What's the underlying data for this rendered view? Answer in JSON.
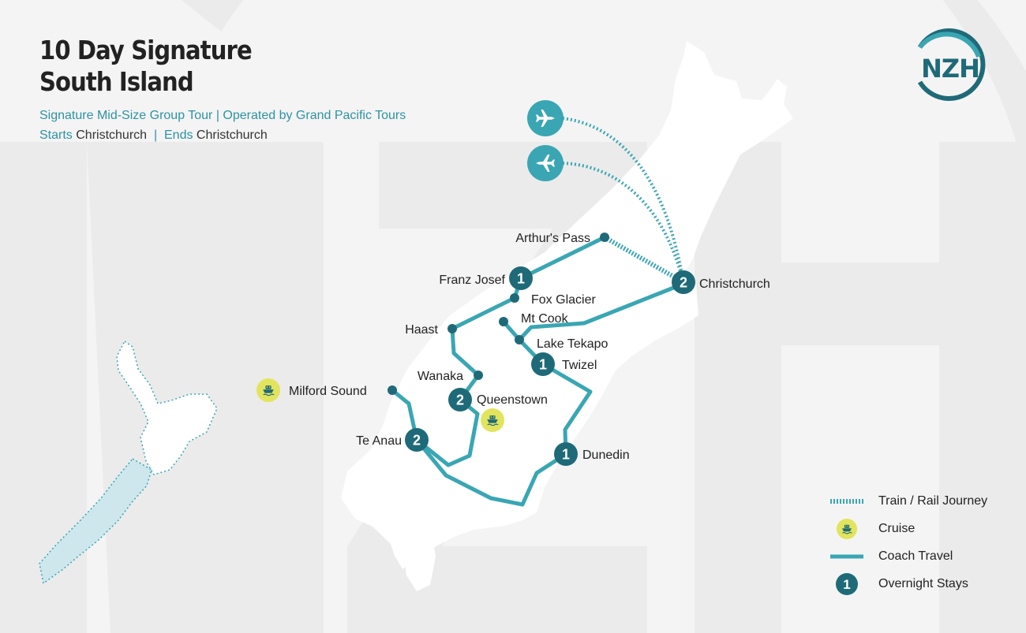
{
  "title": {
    "line1": "10 Day Signature",
    "line2": "South Island"
  },
  "subtitle": "Signature Mid-Size Group Tour | Operated by Grand Pacific Tours",
  "route_info": {
    "starts_label": "Starts",
    "start_city": "Christchurch",
    "separator": "|",
    "ends_label": "Ends",
    "end_city": "Christchurch"
  },
  "logo": {
    "text": "NZH"
  },
  "colors": {
    "teal": "#3aa6b3",
    "dark_teal": "#1f6a78",
    "cruise_yellow": "#e2e45d",
    "land": "#ffffff",
    "background": "#f4f4f4",
    "mini_map_fill": "#cde7ec"
  },
  "icons": {
    "plane": "plane-icon",
    "cruise": "ship-icon",
    "logo": "nzh-logo-icon"
  },
  "places": {
    "arthurs_pass": {
      "name": "Arthur's Pass"
    },
    "franz_josef": {
      "name": "Franz Josef",
      "nights": "1"
    },
    "fox_glacier": {
      "name": "Fox Glacier"
    },
    "haast": {
      "name": "Haast"
    },
    "mt_cook": {
      "name": "Mt Cook"
    },
    "lake_tekapo": {
      "name": "Lake Tekapo"
    },
    "twizel": {
      "name": "Twizel",
      "nights": "1"
    },
    "christchurch": {
      "name": "Christchurch",
      "nights": "2"
    },
    "wanaka": {
      "name": "Wanaka"
    },
    "queenstown": {
      "name": "Queenstown",
      "nights": "2"
    },
    "milford_sound": {
      "name": "Milford Sound"
    },
    "te_anau": {
      "name": "Te Anau",
      "nights": "2"
    },
    "dunedin": {
      "name": "Dunedin",
      "nights": "1"
    }
  },
  "legend": [
    {
      "label": "Train / Rail Journey",
      "type": "rail"
    },
    {
      "label": "Cruise",
      "type": "cruise"
    },
    {
      "label": "Coach Travel",
      "type": "coach"
    },
    {
      "label": "Overnight Stays",
      "type": "stay",
      "badge": "1"
    }
  ]
}
